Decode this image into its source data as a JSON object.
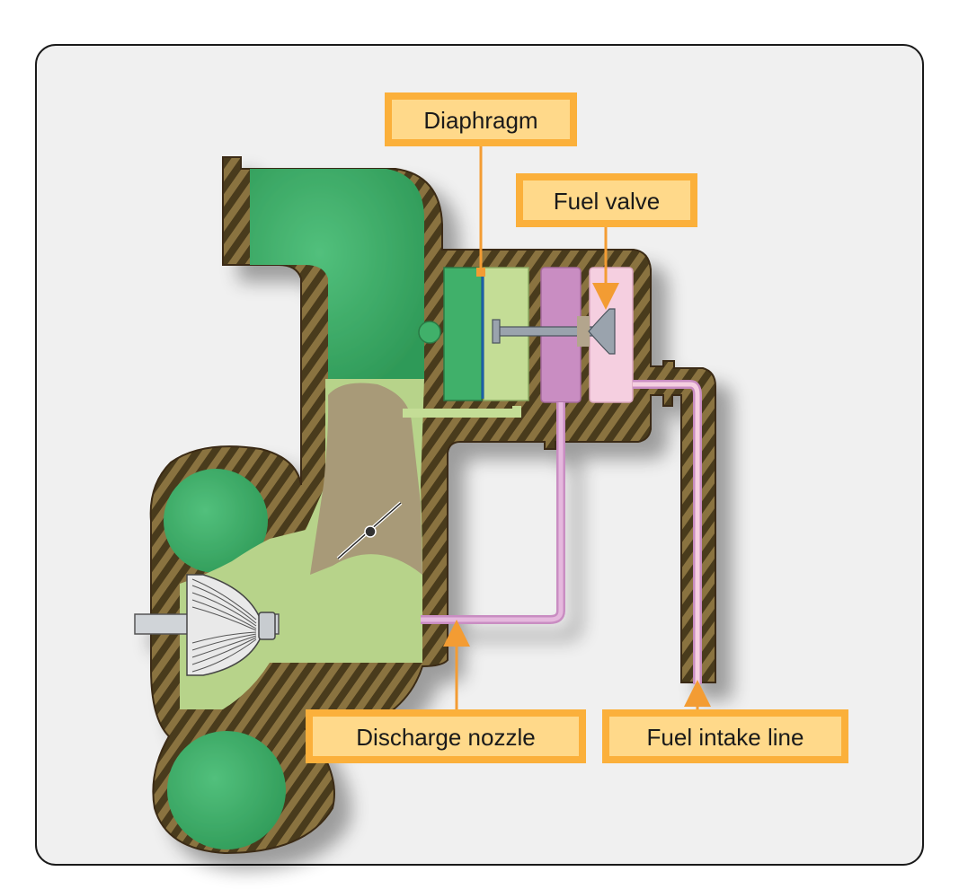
{
  "labels": {
    "diaphragm": "Diaphragm",
    "fuel_valve": "Fuel valve",
    "discharge_nozzle": "Discharge nozzle",
    "fuel_intake_line": "Fuel intake line"
  },
  "colors": {
    "panel_bg": "#f0f0f0",
    "panel_border": "#1a1a1a",
    "casting_dark": "#4a3a1c",
    "casting_light": "#8a7340",
    "air_green": "#3fb06a",
    "mixture_green": "#b7d38a",
    "venturi_tan": "#a89a78",
    "fuel_pink": "#e5b8dd",
    "fuel_pink_dark": "#c98dc2",
    "valve_chamber_pink": "#f5cfe0",
    "callout_fill": "#fbb03b",
    "callout_inner": "#ffd98a",
    "arrow": "#f39c33"
  }
}
